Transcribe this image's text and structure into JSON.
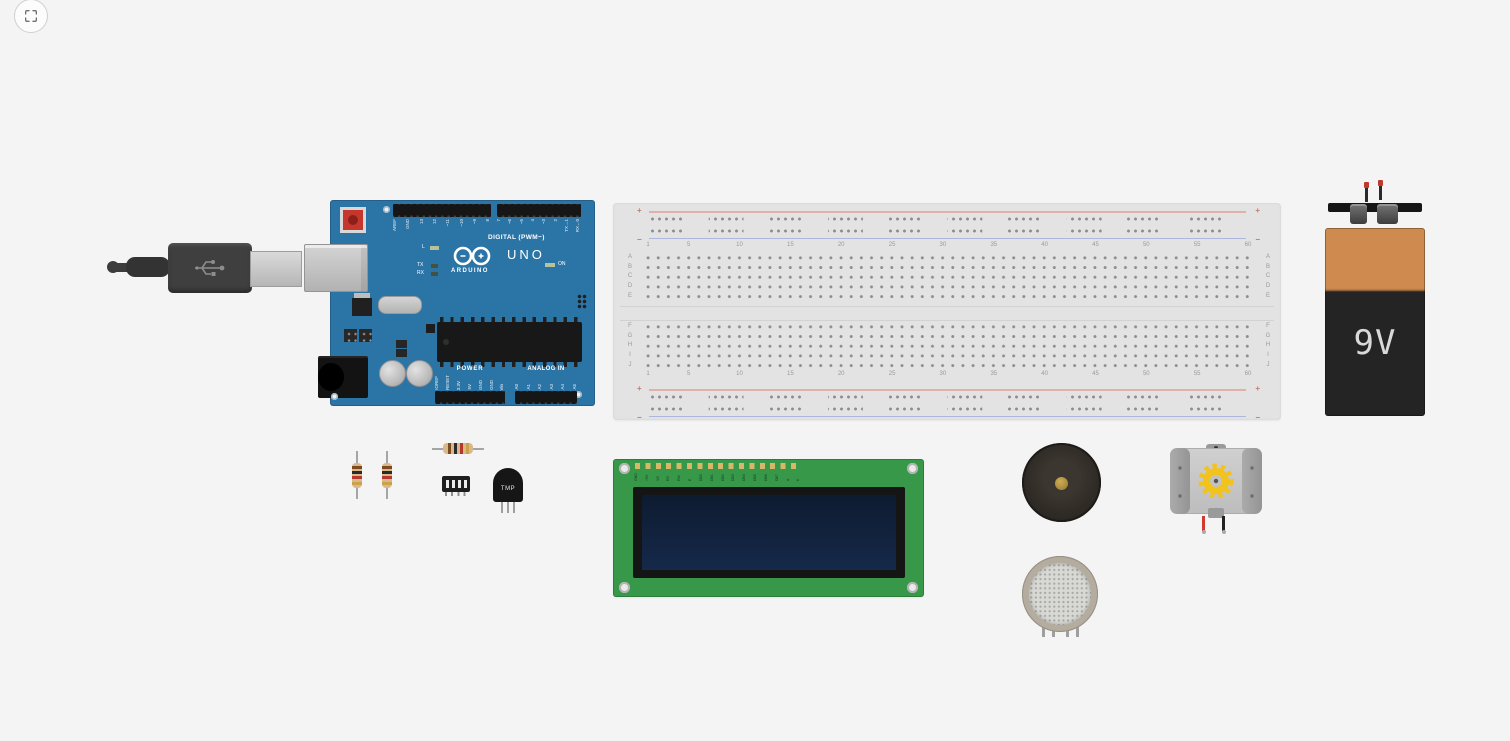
{
  "app": {
    "background_color": "#f4f4f4"
  },
  "arduino": {
    "model": "UNO",
    "brand": "ARDUINO",
    "digital_label": "DIGITAL (PWM~)",
    "power_label": "POWER",
    "analog_label": "ANALOG IN",
    "on_label": "ON",
    "l_label": "L",
    "tx_label": "TX",
    "rx_label": "RX",
    "digital_pins_left": [
      "AREF",
      "GND",
      "13",
      "12",
      "~11",
      "~10",
      "~9",
      "8"
    ],
    "digital_pins_right": [
      "7",
      "~6",
      "~5",
      "4",
      "~3",
      "2",
      "TX→1",
      "RX←0"
    ],
    "power_pins": [
      "IOREF",
      "RESET",
      "3.3V",
      "5V",
      "GND",
      "GND",
      "Vin"
    ],
    "analog_pins": [
      "A0",
      "A1",
      "A2",
      "A3",
      "A4",
      "A5"
    ],
    "board_color": "#2b74a6"
  },
  "breadboard": {
    "column_labels": [
      "1",
      "5",
      "10",
      "15",
      "20",
      "25",
      "30",
      "35",
      "40",
      "45",
      "50",
      "55",
      "60"
    ],
    "row_labels_top": [
      "A",
      "B",
      "C",
      "D",
      "E"
    ],
    "row_labels_bottom": [
      "F",
      "G",
      "H",
      "I",
      "J"
    ],
    "plus": "+",
    "minus": "−",
    "positive_color": "#c97b72",
    "negative_color": "#7d88c4"
  },
  "battery": {
    "label": "9V",
    "band_color": "#cf8a50",
    "body_color": "#242424"
  },
  "lcd": {
    "board_color": "#37984a",
    "screen_color": "#12233d",
    "pin_labels": [
      "GND",
      "+5V",
      "VO",
      "RS",
      "RW",
      "E",
      "DB0",
      "DB1",
      "DB2",
      "DB3",
      "DB4",
      "DB5",
      "DB6",
      "DB7",
      "A",
      "K"
    ]
  },
  "tmp_sensor": {
    "label": "TMP"
  },
  "resistor": {
    "body_color": "#d9b98c",
    "band_colors": [
      "#7a4a21",
      "#2b2b2b",
      "#b5382e",
      "#caa24a"
    ]
  },
  "buzzer": {
    "center_color": "#ad8b3a"
  },
  "motor": {
    "gear_color": "#f2c21d"
  },
  "gas_sensor": {
    "mesh_color": "#d8d8d5"
  }
}
